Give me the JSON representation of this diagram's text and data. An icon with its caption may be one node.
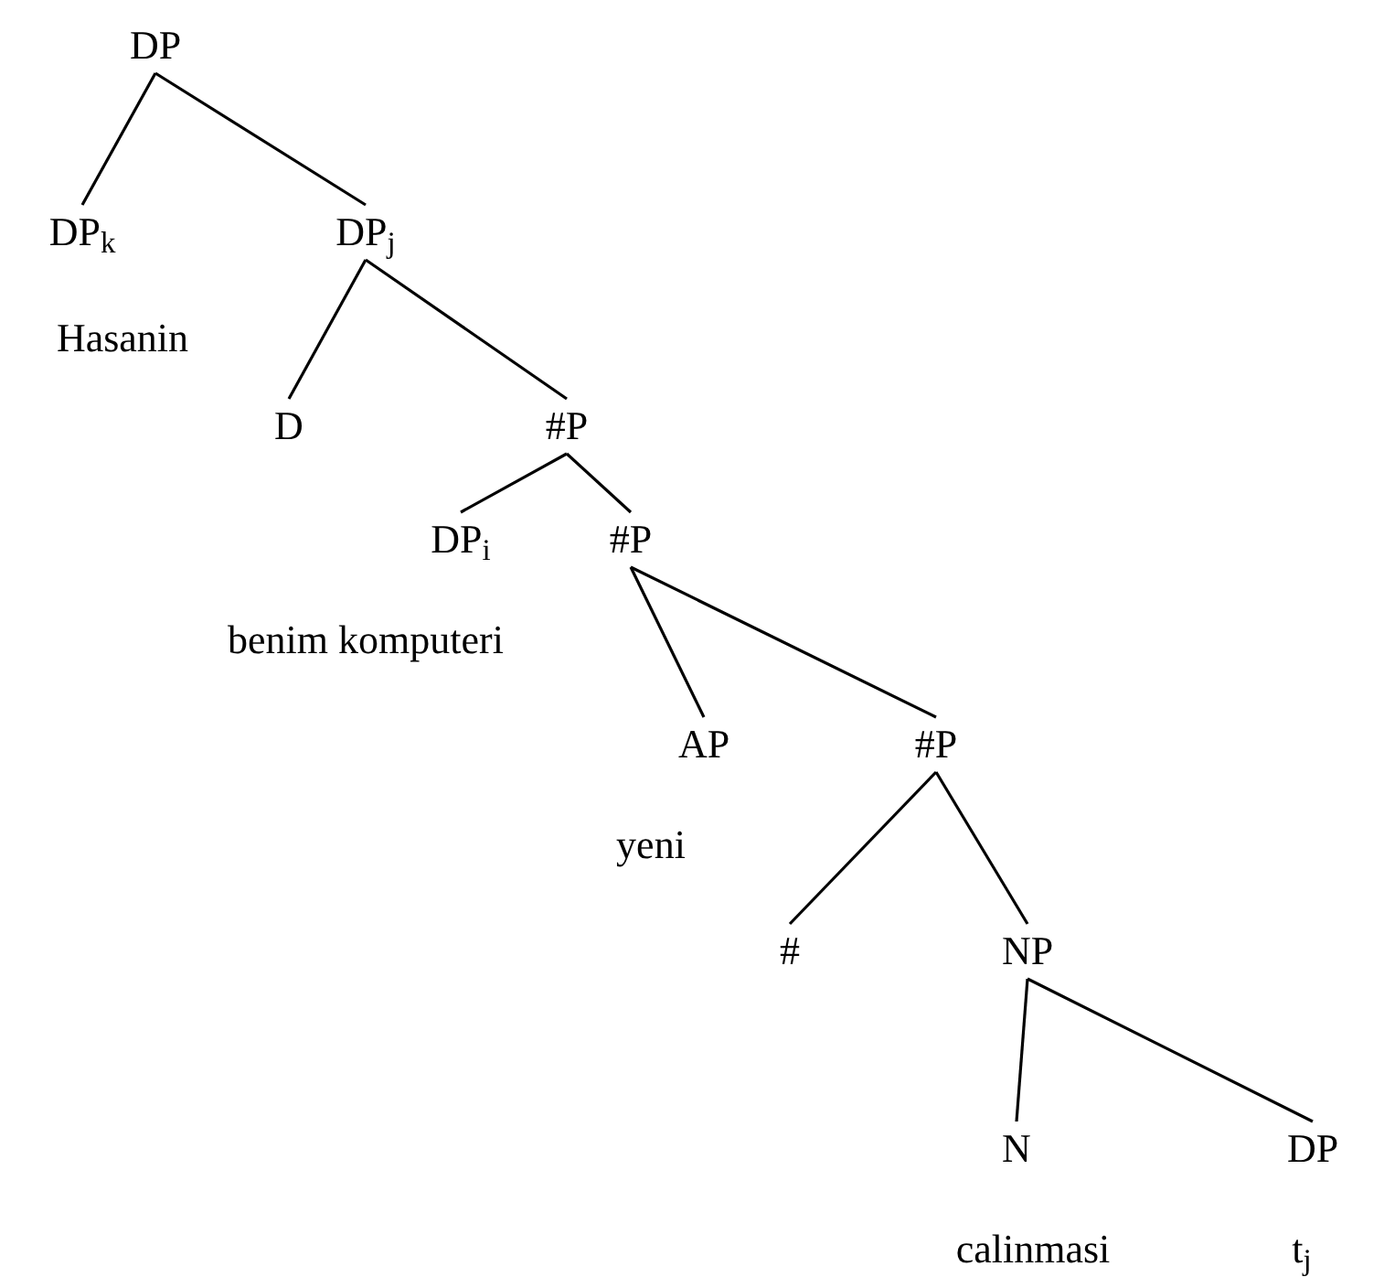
{
  "diagram": {
    "nodes": [
      {
        "text": [
          "DP"
        ]
      },
      {
        "text": [
          "DP$_{k}$"
        ]
      },
      {
        "text": [
          "DP$_{j}$"
        ]
      },
      {
        "text": [
          "D"
        ]
      },
      {
        "text": [
          "#P"
        ]
      },
      {
        "text": [
          "DP$_{i}$"
        ]
      },
      {
        "text": [
          "#P"
        ]
      },
      {
        "text": [
          "AP"
        ]
      },
      {
        "text": [
          "#P"
        ]
      },
      {
        "text": [
          "#"
        ]
      },
      {
        "text": [
          "NP"
        ]
      },
      {
        "text": [
          "N"
        ]
      },
      {
        "text": [
          "DP"
        ]
      }
    ],
    "edges": [
      {
        "from": 0,
        "to": 1,
        "arrow": "none"
      },
      {
        "from": 0,
        "to": 2,
        "arrow": "none"
      },
      {
        "from": 2,
        "to": 3,
        "arrow": "none"
      },
      {
        "from": 2,
        "to": 4,
        "arrow": "none"
      },
      {
        "from": 4,
        "to": 5,
        "arrow": "none"
      },
      {
        "from": 4,
        "to": 6,
        "arrow": "none"
      },
      {
        "from": 6,
        "to": 7,
        "arrow": "none"
      },
      {
        "from": 6,
        "to": 8,
        "arrow": "none"
      },
      {
        "from": 8,
        "to": 9,
        "arrow": "none"
      },
      {
        "from": 8,
        "to": 10,
        "arrow": "none"
      },
      {
        "from": 10,
        "to": 11,
        "arrow": "none"
      },
      {
        "from": 10,
        "to": 12,
        "arrow": "none"
      }
    ],
    "labels": [
      "Hasanin",
      "benim komputeri",
      "yeni",
      "calinmasi",
      "t$_{j}$"
    ]
  }
}
